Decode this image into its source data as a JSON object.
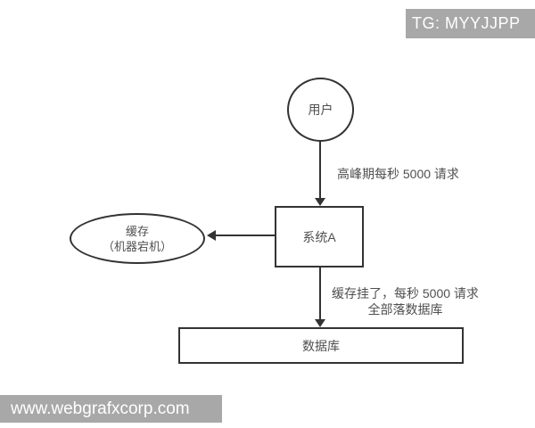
{
  "watermark_top": {
    "label": "TG: MYYJJPP"
  },
  "watermark_bottom": {
    "label": "www.webgrafxcorp.com"
  },
  "colors": {
    "stroke": "#333333",
    "text": "#4f4f4f",
    "watermark_bg": "#a8a8a8",
    "watermark_text": "#ffffff",
    "background": "#ffffff"
  },
  "diagram": {
    "nodes": {
      "user": {
        "shape": "circle",
        "label": "用户"
      },
      "system_a": {
        "shape": "rect",
        "label": "系统A"
      },
      "cache": {
        "shape": "ellipse",
        "label_line1": "缓存",
        "label_line2": "（机器宕机）"
      },
      "database": {
        "shape": "rect",
        "label": "数据库"
      }
    },
    "edges": {
      "user_to_system": {
        "direction": "down",
        "label": "高峰期每秒 5000 请求"
      },
      "system_to_cache": {
        "direction": "left",
        "label": ""
      },
      "system_to_database": {
        "direction": "down",
        "label_line1": "缓存挂了，每秒 5000 请求",
        "label_line2": "全部落数据库"
      }
    }
  }
}
